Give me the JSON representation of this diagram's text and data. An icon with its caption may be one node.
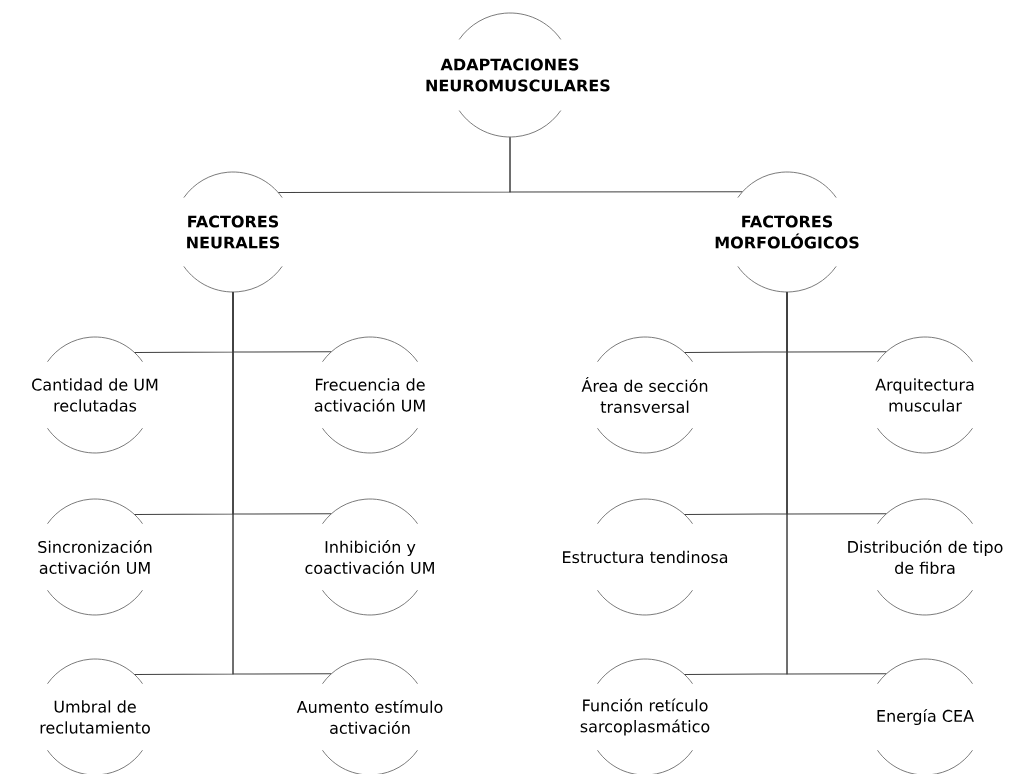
{
  "diagram": {
    "nodes": [
      {
        "text": [
          "ADAPTACIONES NEUROMUSCULARES"
        ]
      },
      {
        "text": [
          "FACTORES NEURALES"
        ]
      },
      {
        "text": [
          "FACTORES MORFOLÓGICOS"
        ]
      },
      {
        "text": [
          "Cantidad de UM reclutadas"
        ]
      },
      {
        "text": [
          "Frecuencia de activación UM"
        ]
      },
      {
        "text": [
          "Sincronización activación UM"
        ]
      },
      {
        "text": [
          "Inhibición y coactivación UM"
        ]
      },
      {
        "text": [
          "Umbral de reclutamiento"
        ]
      },
      {
        "text": [
          "Aumento estímulo activación"
        ]
      },
      {
        "text": [
          "Área de sección transversal"
        ]
      },
      {
        "text": [
          "Arquitectura muscular"
        ]
      },
      {
        "text": [
          "Estructura tendinosa"
        ]
      },
      {
        "text": [
          "Distribución de tipo de fibra"
        ]
      },
      {
        "text": [
          "Función retículo sarcoplasmático"
        ]
      },
      {
        "text": [
          "Energía CEA"
        ]
      }
    ],
    "edges": [
      {
        "from": 0,
        "to": 1,
        "arrow": "none"
      },
      {
        "from": 0,
        "to": 2,
        "arrow": "none"
      },
      {
        "from": 1,
        "to": 3,
        "arrow": "none"
      },
      {
        "from": 1,
        "to": 4,
        "arrow": "none"
      },
      {
        "from": 1,
        "to": 5,
        "arrow": "none"
      },
      {
        "from": 1,
        "to": 6,
        "arrow": "none"
      },
      {
        "from": 1,
        "to": 7,
        "arrow": "none"
      },
      {
        "from": 1,
        "to": 8,
        "arrow": "none"
      },
      {
        "from": 2,
        "to": 9,
        "arrow": "none"
      },
      {
        "from": 2,
        "to": 10,
        "arrow": "none"
      },
      {
        "from": 2,
        "to": 11,
        "arrow": "none"
      },
      {
        "from": 2,
        "to": 12,
        "arrow": "none"
      },
      {
        "from": 2,
        "to": 13,
        "arrow": "none"
      },
      {
        "from": 2,
        "to": 14,
        "arrow": "none"
      }
    ]
  }
}
